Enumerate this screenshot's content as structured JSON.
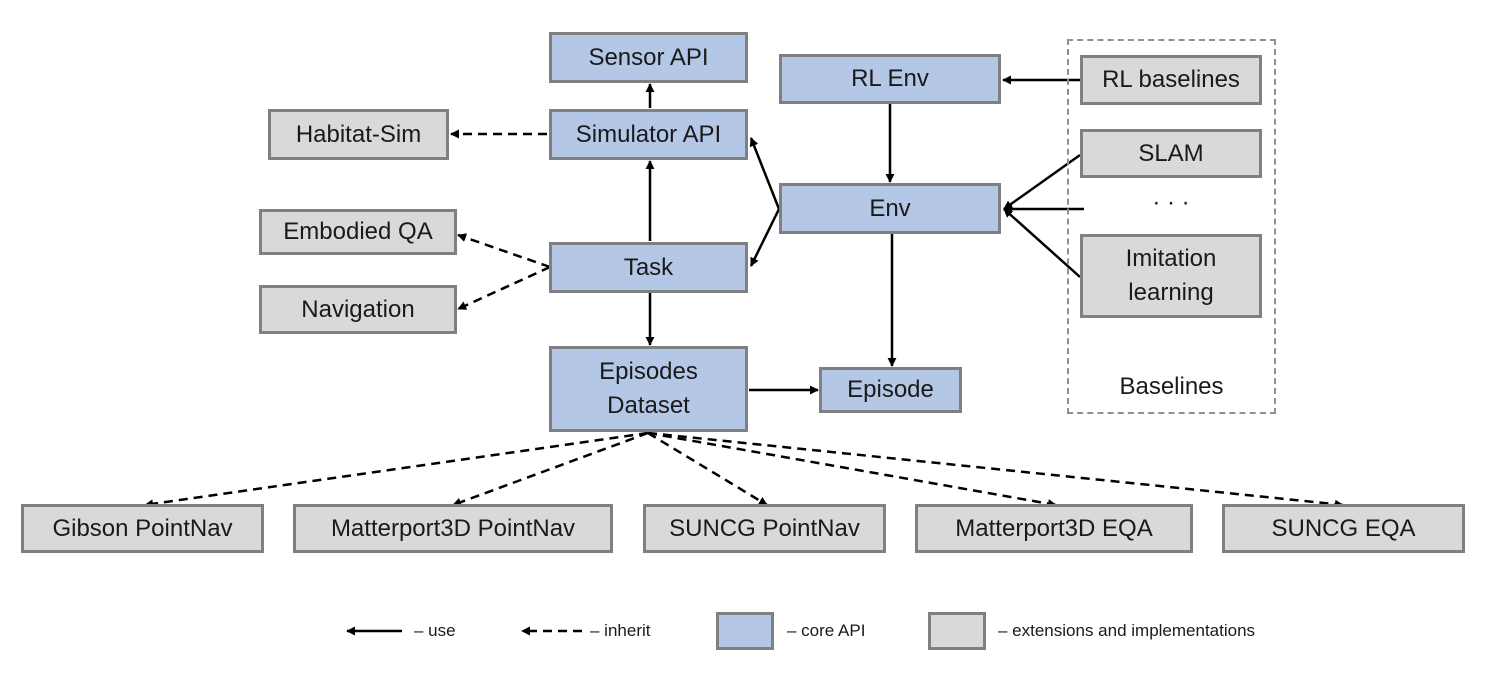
{
  "colors": {
    "core": "#b4c7e7",
    "extension": "#d9d9d9",
    "border": "#808080",
    "line": "#000000"
  },
  "core_nodes": {
    "sensor_api": "Sensor API",
    "simulator_api": "Simulator API",
    "task": "Task",
    "episodes_dataset": [
      "Episodes",
      "Dataset"
    ],
    "rl_env": "RL Env",
    "env": "Env",
    "episode": "Episode"
  },
  "extension_nodes": {
    "habitat_sim": "Habitat-Sim",
    "embodied_qa": "Embodied QA",
    "navigation": "Navigation",
    "rl_baselines": "RL baselines",
    "slam": "SLAM",
    "ellipsis": "· · ·",
    "imitation_learning": [
      "Imitation",
      "learning"
    ]
  },
  "baselines_group": {
    "label": "Baselines"
  },
  "datasets": [
    "Gibson PointNav",
    "Matterport3D PointNav",
    "SUNCG PointNav",
    "Matterport3D EQA",
    "SUNCG EQA"
  ],
  "edges": [
    {
      "from": "Simulator API",
      "to": "Sensor API",
      "kind": "use"
    },
    {
      "from": "Simulator API",
      "to": "Habitat-Sim",
      "kind": "inherit"
    },
    {
      "from": "Task",
      "to": "Simulator API",
      "kind": "use"
    },
    {
      "from": "Task",
      "to": "Embodied QA",
      "kind": "inherit"
    },
    {
      "from": "Task",
      "to": "Navigation",
      "kind": "inherit"
    },
    {
      "from": "Task",
      "to": "Episodes Dataset",
      "kind": "use"
    },
    {
      "from": "Env",
      "to": "Simulator API",
      "kind": "use"
    },
    {
      "from": "Env",
      "to": "Task",
      "kind": "use"
    },
    {
      "from": "RL Env",
      "to": "Env",
      "kind": "use"
    },
    {
      "from": "RL baselines",
      "to": "RL Env",
      "kind": "use"
    },
    {
      "from": "SLAM",
      "to": "Env",
      "kind": "use"
    },
    {
      "from": "· · ·",
      "to": "Env",
      "kind": "use"
    },
    {
      "from": "Imitation learning",
      "to": "Env",
      "kind": "use"
    },
    {
      "from": "Env",
      "to": "Episode",
      "kind": "use"
    },
    {
      "from": "Episodes Dataset",
      "to": "Episode",
      "kind": "use"
    },
    {
      "from": "Episodes Dataset",
      "to": "Gibson PointNav",
      "kind": "inherit"
    },
    {
      "from": "Episodes Dataset",
      "to": "Matterport3D PointNav",
      "kind": "inherit"
    },
    {
      "from": "Episodes Dataset",
      "to": "SUNCG PointNav",
      "kind": "inherit"
    },
    {
      "from": "Episodes Dataset",
      "to": "Matterport3D EQA",
      "kind": "inherit"
    },
    {
      "from": "Episodes Dataset",
      "to": "SUNCG EQA",
      "kind": "inherit"
    }
  ],
  "legend": {
    "use": "– use",
    "inherit": "– inherit",
    "core": "– core API",
    "extensions": "– extensions and implementations"
  }
}
